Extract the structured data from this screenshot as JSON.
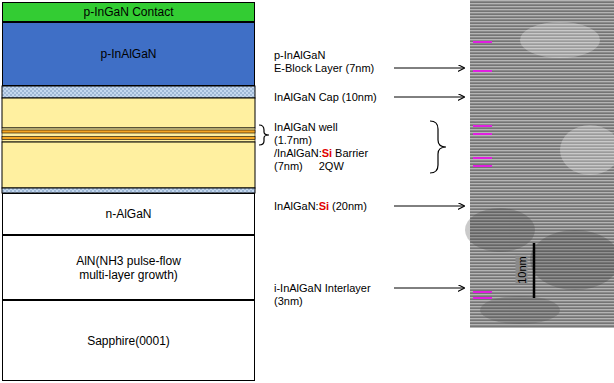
{
  "diagram": {
    "nodes": [
      {
        "text": [
          "p-InGaN Contact"
        ]
      },
      {
        "text": [
          "p-InAlGaN"
        ]
      },
      {
        "text": [
          "n-AlGaN"
        ]
      },
      {
        "text": [
          "AlN(NH3 pulse-flow multi-layer growth)"
        ]
      },
      {
        "text": [
          "Sapphire(0001)"
        ]
      }
    ],
    "labels": [
      "p-InAlGaN",
      "E-Block Layer (7nm)",
      "InAlGaN Cap (10nm)",
      "InAlGaN well",
      "(1.7nm)",
      "/InAlGaN:",
      "Si",
      "Barrier",
      "(7nm)",
      "2QW",
      "InAlGaN:",
      "Si",
      "(20nm)",
      "i-InAlGaN Interlayer",
      "(3nm)",
      "10nm"
    ]
  }
}
